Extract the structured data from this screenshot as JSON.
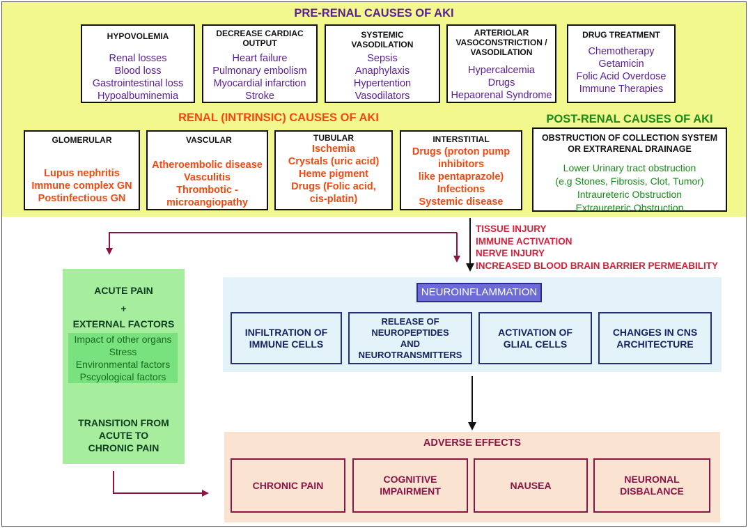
{
  "pre_renal": {
    "title": "PRE-RENAL CAUSES OF AKI",
    "boxes": [
      {
        "heading": [
          "HYPOVOLEMIA"
        ],
        "items": [
          "Renal losses",
          "Blood loss",
          "Gastrointestinal loss",
          "Hypoalbuminemia"
        ]
      },
      {
        "heading": [
          "DECREASE CARDIAC",
          "OUTPUT"
        ],
        "items": [
          "Heart failure",
          "Pulmonary embolism",
          "Myocardial infarction",
          "Stroke"
        ]
      },
      {
        "heading": [
          "SYSTEMIC",
          "VASODILATION"
        ],
        "items": [
          "Sepsis",
          "Anaphylaxis",
          "Hypertention",
          "Vasodilators"
        ]
      },
      {
        "heading": [
          "ARTERIOLAR",
          "VASOCONSTRICTION /",
          "VASODILATION"
        ],
        "items": [
          "Hypercalcemia",
          "Drugs",
          "Hepaorenal Syndrome"
        ]
      },
      {
        "heading": [
          "DRUG TREATMENT"
        ],
        "items": [
          "Chemotherapy",
          "Getamicin",
          "Folic Acid Overdose",
          "Immune Therapies"
        ]
      }
    ]
  },
  "renal": {
    "title": "RENAL (INTRINSIC) CAUSES OF AKI",
    "boxes": [
      {
        "heading": [
          "GLOMERULAR"
        ],
        "items": [
          "Lupus nephritis",
          "Immune complex GN",
          "Postinfectious GN"
        ]
      },
      {
        "heading": [
          "VASCULAR"
        ],
        "items": [
          "Atheroembolic disease",
          "Vasculitis",
          "Thrombotic -",
          "microangiopathy"
        ]
      },
      {
        "heading": [
          "TUBULAR"
        ],
        "items": [
          "Ischemia",
          "Crystals (uric acid)",
          "Heme pigment",
          "Drugs (Folic acid,",
          "cis-platin)"
        ]
      },
      {
        "heading": [
          "INTERSTITIAL"
        ],
        "items": [
          "Drugs (proton pump",
          "inhibitors",
          "like pentaprazole)",
          "Infections",
          "Systemic disease"
        ]
      }
    ]
  },
  "post_renal": {
    "title": "POST-RENAL CAUSES OF AKI",
    "heading": [
      "OBSTRUCTION  OF COLLECTION SYSTEM",
      "OR  EXTRARENAL DRAINAGE"
    ],
    "items": [
      "Lower Urinary tract obstruction",
      "(e.g Stones, Fibrosis, Clot, Tumor)",
      "Intraureteric Obstruction",
      "Extraureteric Obstruction"
    ]
  },
  "injury_labels": [
    "TISSUE INJURY",
    "IMMUNE ACTIVATION",
    "NERVE INJURY",
    "INCREASED BLOOD BRAIN BARRIER PERMEABILITY"
  ],
  "pain": {
    "acute": "ACUTE PAIN",
    "plus": "+",
    "external": "EXTERNAL FACTORS",
    "factors": [
      "Impact of other organs",
      "Stress",
      "Environmental factors",
      "Pscyological factors"
    ],
    "transition": [
      "TRANSITION FROM",
      "ACUTE TO",
      "CHRONIC PAIN"
    ]
  },
  "neuro": {
    "title": "NEUROINFLAMMATION",
    "boxes": [
      [
        "INFILTRATION OF",
        "IMMUNE CELLS"
      ],
      [
        "RELEASE OF",
        "NEUROPEPTIDES",
        "AND",
        "NEUROTRANSMITTERS"
      ],
      [
        "ACTIVATION OF",
        "GLIAL CELLS"
      ],
      [
        "CHANGES IN CNS",
        "ARCHITECTURE"
      ]
    ]
  },
  "adverse": {
    "title": "ADVERSE EFFECTS",
    "boxes": [
      [
        "CHRONIC PAIN"
      ],
      [
        "COGNITIVE",
        "IMPAIRMENT"
      ],
      [
        "NAUSEA"
      ],
      [
        "NEURONAL",
        "DISBALANCE"
      ]
    ]
  },
  "colors": {
    "top_panel": "#f2f78e",
    "pre_renal": "#5a1d96",
    "renal": "#f04a12",
    "post_renal": "#1a8a1a",
    "injury": "#d4213b",
    "neuro_panel": "#e4f2fa",
    "adverse_panel": "#fbe3d1",
    "arrow": "#8b1446"
  }
}
